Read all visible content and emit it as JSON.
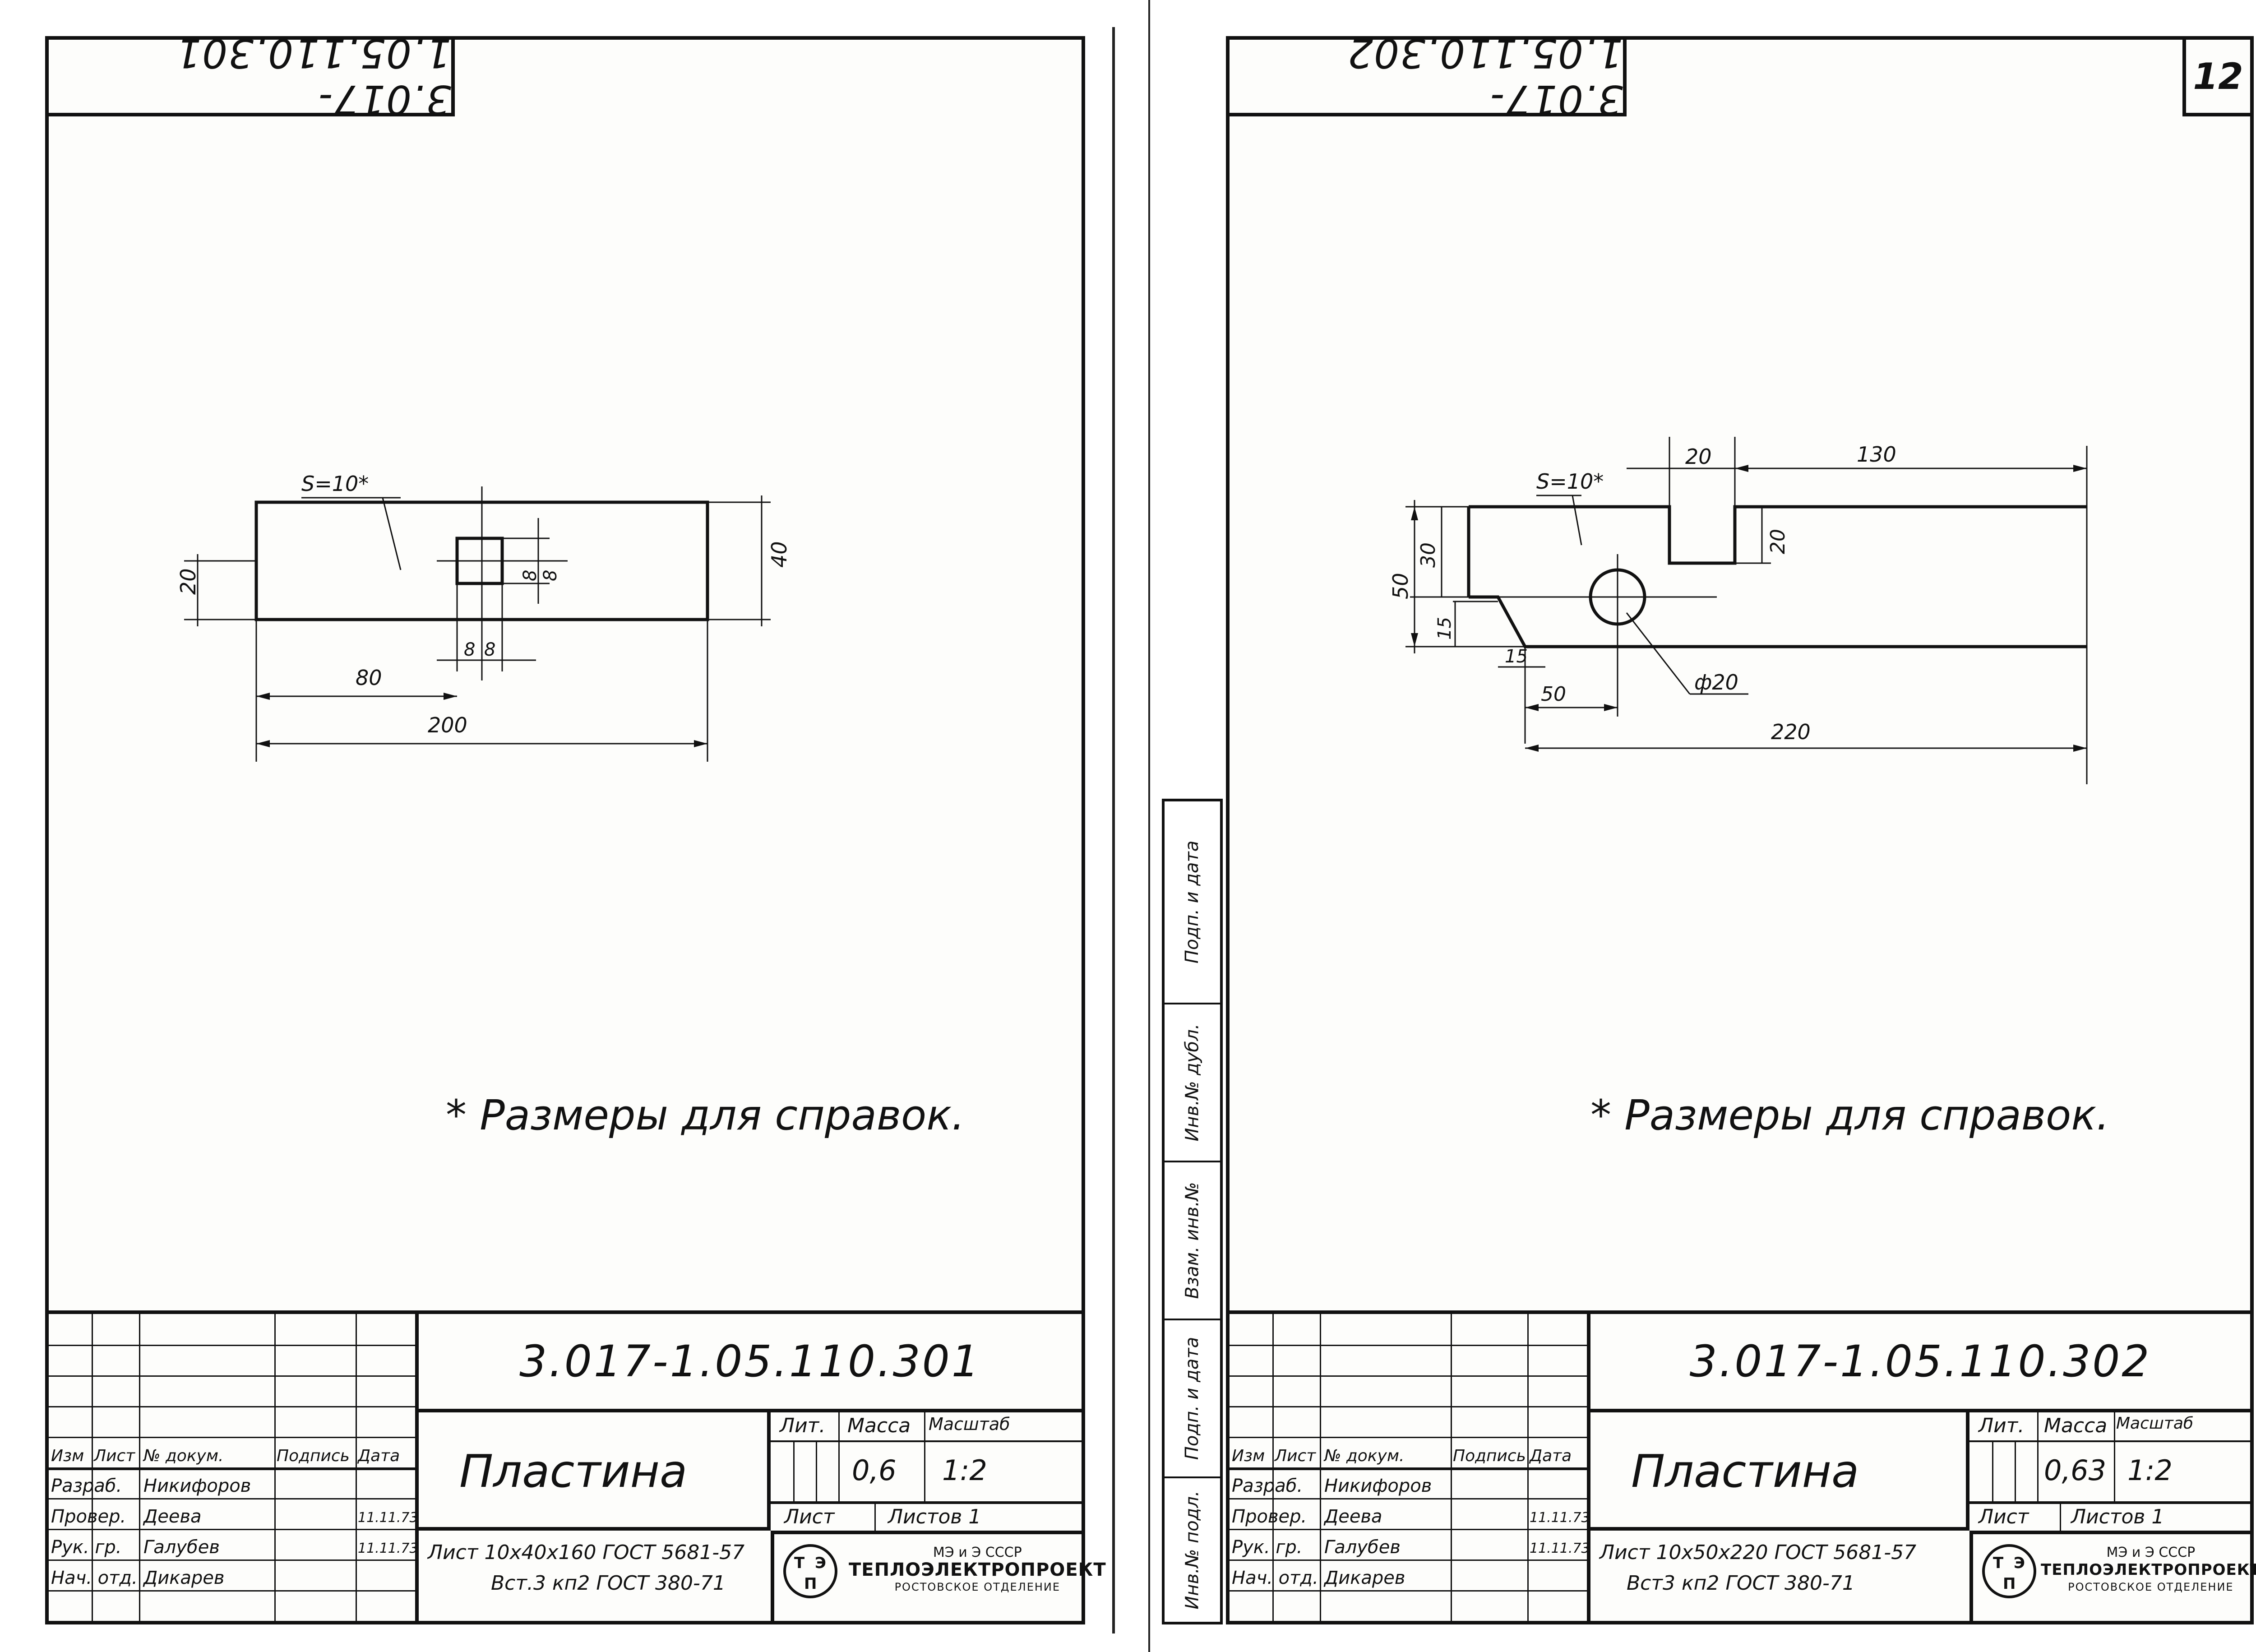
{
  "left_sheet": {
    "code_top": "3.017-1.05.110.301",
    "drawing": {
      "thickness": "S=10*",
      "dims": {
        "height": "20",
        "total_height": "40",
        "hole_v": "8",
        "hole_v2": "8",
        "hole_h": "8",
        "hole_h2": "8",
        "offset": "80",
        "length": "200"
      }
    },
    "note": "* Размеры для справок.",
    "title_block": {
      "headers": [
        "Изм",
        "Лист",
        "№ докум.",
        "Подпись",
        "Дата"
      ],
      "rows": [
        {
          "role": "Разраб.",
          "name": "Никифоров",
          "sign": "",
          "date": ""
        },
        {
          "role": "Провер.",
          "name": "Деева",
          "sign": "",
          "date": "11.11.73"
        },
        {
          "role": "Рук. гр.",
          "name": "Галубев",
          "sign": "",
          "date": "11.11.73"
        },
        {
          "role": "Нач. отд.",
          "name": "Дикарев",
          "sign": "",
          "date": ""
        }
      ],
      "doc_code": "3.017-1.05.110.301",
      "item_name": "Пластина",
      "material_line1": "Лист 10х40х160 ГОСТ 5681-57",
      "material_line2": "Вст.3 кп2 ГОСТ 380-71",
      "lit_label": "Лит.",
      "mass_label": "Масса",
      "scale_label": "Масштаб",
      "mass": "0,6",
      "scale": "1:2",
      "sheet_label": "Лист",
      "sheets_label": "Листов 1",
      "org_line1": "МЭ и Э СССР",
      "org_line2": "ТЕПЛОЭЛЕКТРОПРОЕКТ",
      "org_line3": "РОСТОВСКОЕ ОТДЕЛЕНИЕ"
    }
  },
  "right_sheet": {
    "code_top": "3.017-1.05.110.302",
    "page_number": "12",
    "drawing": {
      "thickness": "S=10*",
      "dims": {
        "slot_w": "20",
        "right_len": "130",
        "slot_depth": "20",
        "height": "50",
        "upper": "30",
        "chamfer_v": "15",
        "chamfer_h": "15",
        "hole_pos": "50",
        "length": "220",
        "hole_dia": "ф20"
      }
    },
    "note": "* Размеры для справок.",
    "title_block": {
      "headers": [
        "Изм",
        "Лист",
        "№ докум.",
        "Подпись",
        "Дата"
      ],
      "rows": [
        {
          "role": "Разраб.",
          "name": "Никифоров",
          "sign": "",
          "date": ""
        },
        {
          "role": "Провер.",
          "name": "Деева",
          "sign": "",
          "date": "11.11.73"
        },
        {
          "role": "Рук. гр.",
          "name": "Галубев",
          "sign": "",
          "date": "11.11.73"
        },
        {
          "role": "Нач. отд.",
          "name": "Дикарев",
          "sign": "",
          "date": ""
        }
      ],
      "doc_code": "3.017-1.05.110.302",
      "item_name": "Пластина",
      "material_line1": "Лист 10х50х220 ГОСТ 5681-57",
      "material_line2": "Вст3 кп2 ГОСТ 380-71",
      "lit_label": "Лит.",
      "mass_label": "Масса",
      "scale_label": "Масштаб",
      "mass": "0,63",
      "scale": "1:2",
      "sheet_label": "Лист",
      "sheets_label": "Листов 1",
      "org_line1": "МЭ и Э СССР",
      "org_line2": "ТЕПЛОЭЛЕКТРОПРОЕКТ",
      "org_line3": "РОСТОВСКОЕ ОТДЕЛЕНИЕ"
    },
    "side_stamp": [
      "Инв.№ подл.",
      "Подп. и дата",
      "Взам. инв.№",
      "Инв.№ дубл.",
      "Подп. и дата"
    ]
  }
}
